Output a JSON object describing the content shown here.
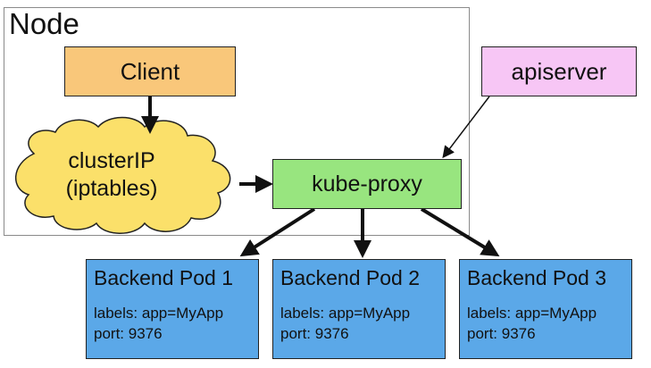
{
  "node": {
    "title": "Node"
  },
  "client": {
    "label": "Client"
  },
  "cluster_ip": {
    "line1": "clusterIP",
    "line2": "(iptables)"
  },
  "kube_proxy": {
    "label": "kube-proxy"
  },
  "apiserver": {
    "label": "apiserver"
  },
  "pods": [
    {
      "title": "Backend Pod 1",
      "labels": "labels: app=MyApp",
      "port": "port: 9376"
    },
    {
      "title": "Backend Pod 2",
      "labels": "labels: app=MyApp",
      "port": "port: 9376"
    },
    {
      "title": "Backend Pod 3",
      "labels": "labels: app=MyApp",
      "port": "port: 9376"
    }
  ],
  "colors": {
    "client": "#f9c77a",
    "apiserver": "#f7c6f5",
    "kube_proxy": "#98e57f",
    "cluster_ip": "#fbe06a",
    "pod": "#5ba8e8"
  }
}
